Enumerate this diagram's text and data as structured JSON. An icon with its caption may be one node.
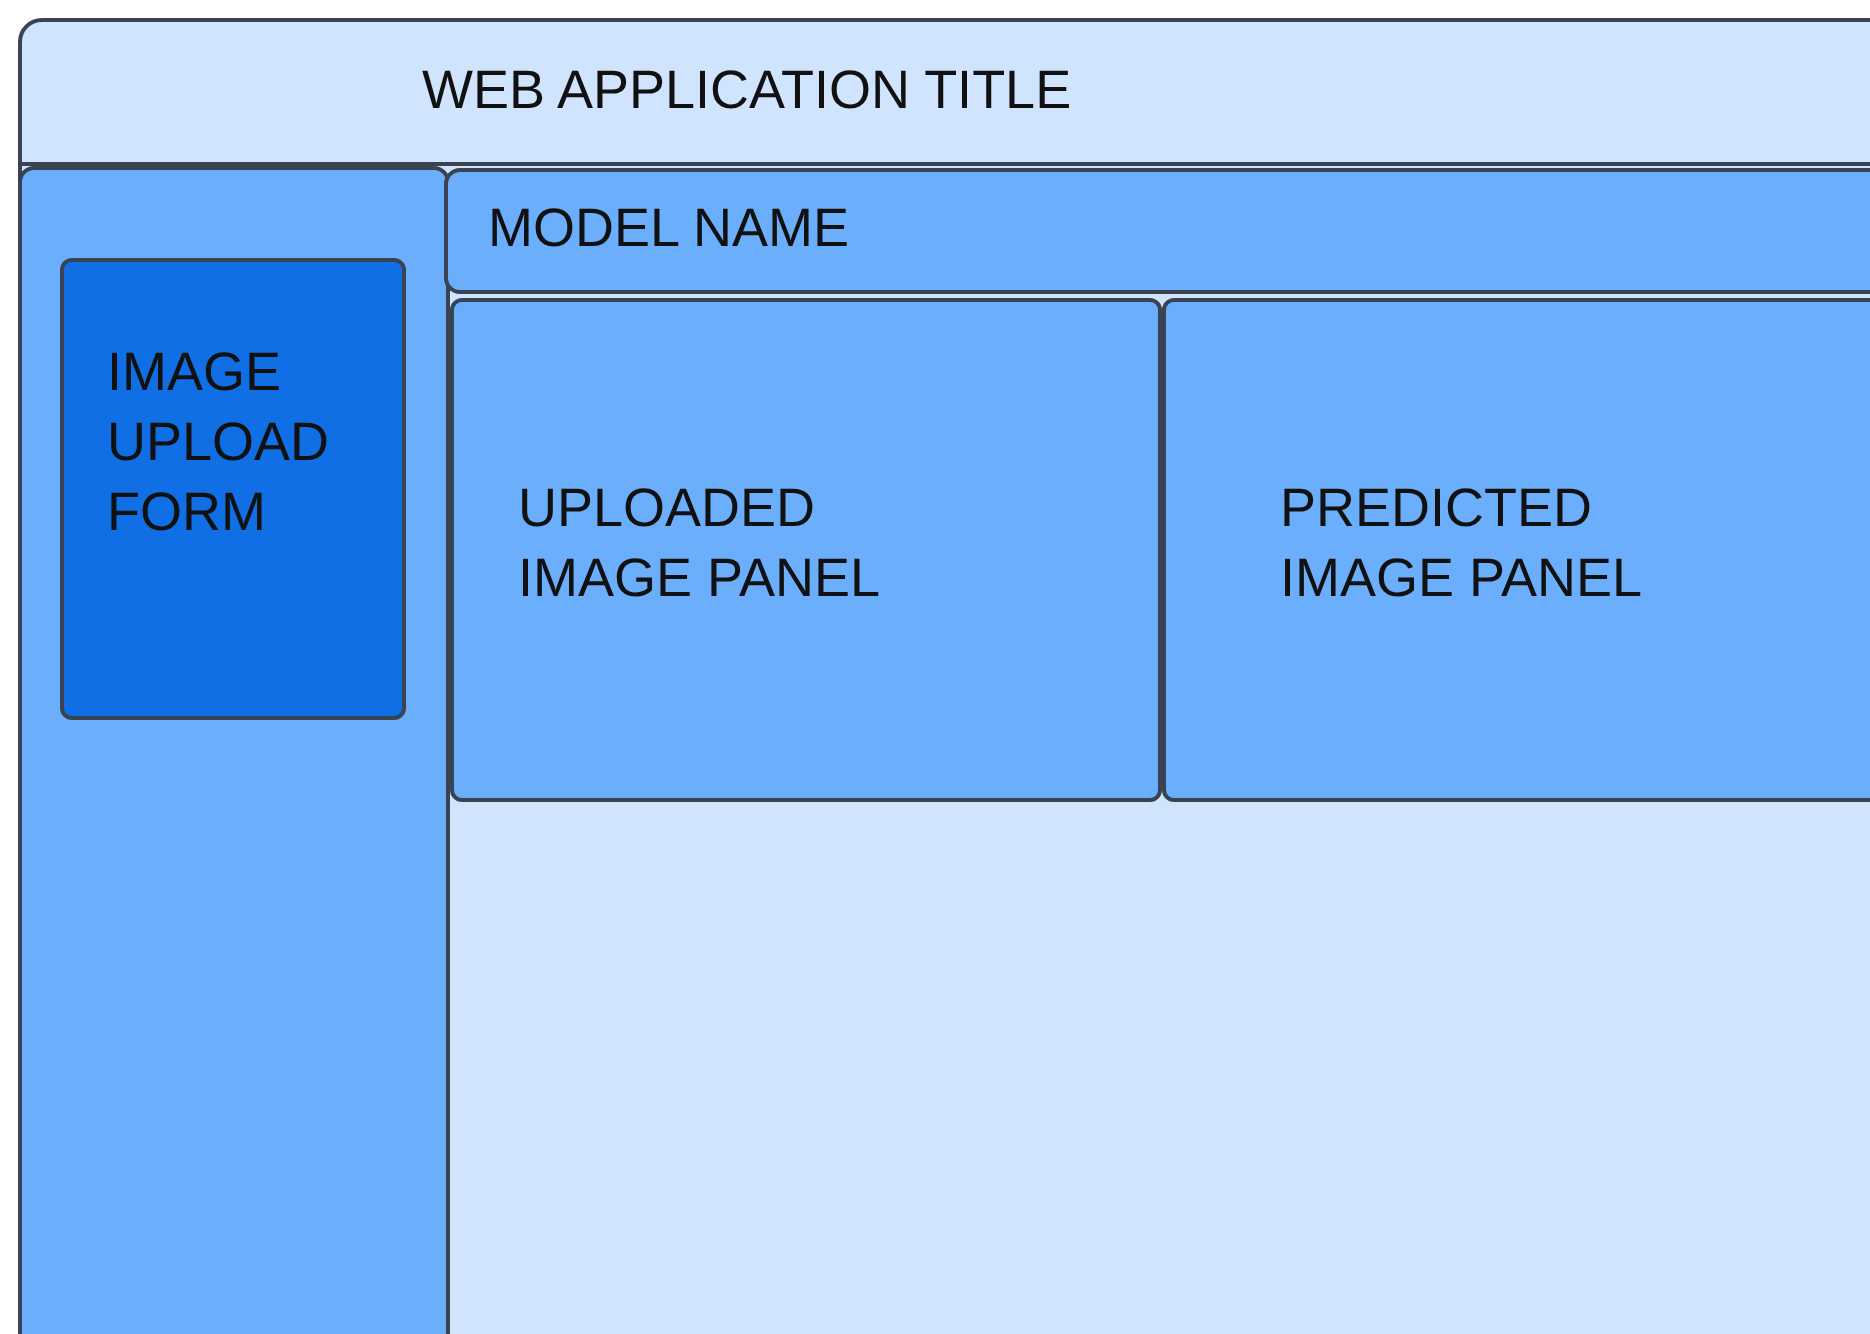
{
  "diagram": {
    "nodes": [
      {
        "text": [
          "WEB APPLICATION TITLE"
        ]
      },
      {
        "text": [],
        "shape": "box",
        "in": 0
      },
      {
        "text": [
          "IMAGE UPLOAD FORM"
        ],
        "in": 1
      },
      {
        "text": [
          "MODEL NAME"
        ],
        "in": 0
      },
      {
        "text": [
          "UPLOADED IMAGE PANEL"
        ],
        "in": 0
      },
      {
        "text": [
          "PREDICTED IMAGE PANEL"
        ],
        "in": 0
      }
    ]
  }
}
